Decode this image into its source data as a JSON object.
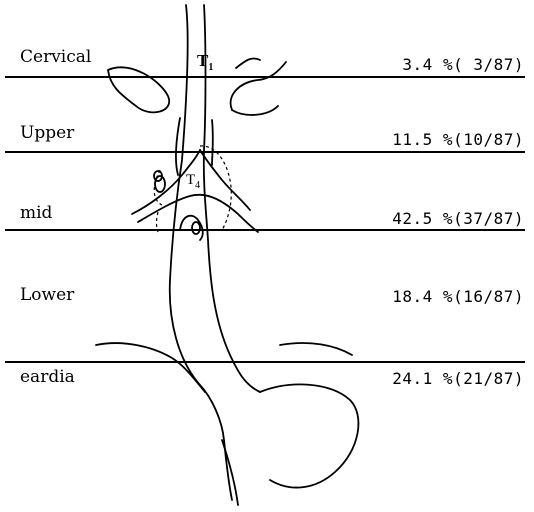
{
  "regions": [
    {
      "name": "Cervical",
      "value": "3.4 %( 3/87)"
    },
    {
      "name": "Upper",
      "value": "11.5 %(10/87)"
    },
    {
      "name": "mid",
      "value": "42.5 %(37/87)"
    },
    {
      "name": "Lower",
      "value": "18.4 %(16/87)"
    },
    {
      "name": "eardia",
      "value": "24.1 %(21/87)"
    }
  ],
  "levels": {
    "t1": {
      "main": "T",
      "sub": "1"
    },
    "t4": {
      "main": "T",
      "sub": "4"
    }
  }
}
